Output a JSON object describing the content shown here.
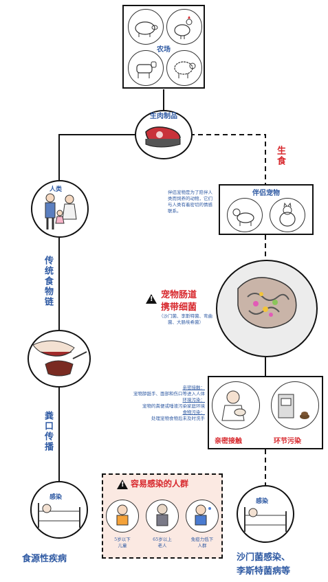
{
  "farm": {
    "label": "农场",
    "icons": [
      "pig-icon",
      "chicken-icon",
      "cow-icon",
      "sheep-icon"
    ]
  },
  "raw_meat": {
    "label": "生肉制品"
  },
  "raw_eat": {
    "label": "生食"
  },
  "family": {
    "label": "人类"
  },
  "traditional_chain": {
    "label": "传统食物链"
  },
  "pet_companion": {
    "label": "伴侣宠物",
    "description": "伴侣宠物是为了陪伴人类而饲养的动物，它们与人类有着密切的情感联系。"
  },
  "pet_gut": {
    "title_line1": "宠物肠道",
    "title_line2": "携带细菌",
    "detail": "（沙门菌、李斯特菌、弯曲菌、大肠埃希菌）"
  },
  "transmission": {
    "close_contact_title": "亲密接触：",
    "close_contact_text": "宠物舔舐手、面部和伤口等进入人体",
    "env_title": "环境污染：",
    "env_text": "宠物的粪便或唾液污染家庭环境",
    "food_title": "食物污染：",
    "food_text": "处理宠物食物后未及时洗手"
  },
  "contact_box": {
    "close_contact": "亲密接触",
    "env_pollution": "环节污染"
  },
  "oral": {
    "label": "粪口传播"
  },
  "sick_left": {
    "badge": "感染",
    "label": "食源性疾病"
  },
  "sick_right": {
    "badge": "感染",
    "label_line1": "沙门菌感染、",
    "label_line2": "李斯特菌病等"
  },
  "vulnerable": {
    "title": "容易感染的人群",
    "groups": [
      {
        "line1": "5岁以下",
        "line2": "儿童"
      },
      {
        "line1": "65岁以上",
        "line2": "老人"
      },
      {
        "line1": "免疫力低下",
        "line2": "人群"
      }
    ]
  },
  "colors": {
    "blue": "#2f5aa3",
    "red": "#d7262b",
    "highlight_bg": "#fbe9e2"
  }
}
